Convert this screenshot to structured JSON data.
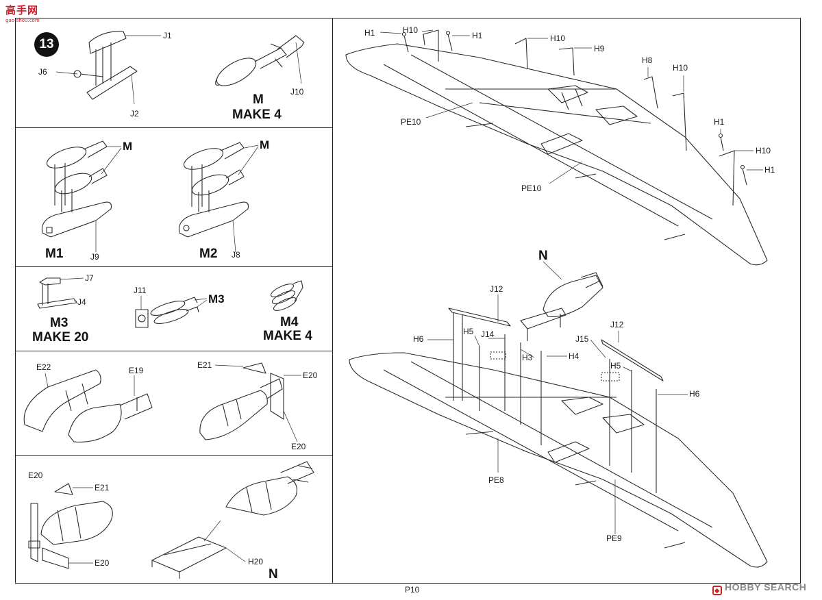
{
  "watermark_top": {
    "chinese": "高手网",
    "url": "gao-shou.com"
  },
  "step_number": "13",
  "panels": {
    "p1": {
      "labels": [
        "J1",
        "J6",
        "J2",
        "J10"
      ],
      "title": "M",
      "subtitle": "MAKE 4"
    },
    "p2": {
      "labels": [
        "M",
        "M",
        "J9",
        "J8"
      ],
      "titles": [
        "M1",
        "M2"
      ]
    },
    "p3": {
      "labels": [
        "J7",
        "J4",
        "J11",
        "M3"
      ],
      "titles": [
        "M3",
        "MAKE 20",
        "M4",
        "MAKE 4"
      ]
    },
    "p4": {
      "labels": [
        "E22",
        "E19",
        "E21",
        "E20",
        "E20"
      ]
    },
    "p5": {
      "labels": [
        "E20",
        "E21",
        "E20",
        "H20"
      ],
      "title": "N"
    }
  },
  "upper_wing": {
    "labels": [
      "H1",
      "H10",
      "H1",
      "H10",
      "H9",
      "H8",
      "H10",
      "H1",
      "H10",
      "H1",
      "PE10",
      "PE10"
    ]
  },
  "lower_wing": {
    "labels": [
      "N",
      "J12",
      "J12",
      "H6",
      "H5",
      "J14",
      "J15",
      "H5",
      "H3",
      "H4",
      "H6",
      "PE8",
      "PE9"
    ]
  },
  "page_number": "P10",
  "watermark_bottom": "HOBBY SEARCH"
}
